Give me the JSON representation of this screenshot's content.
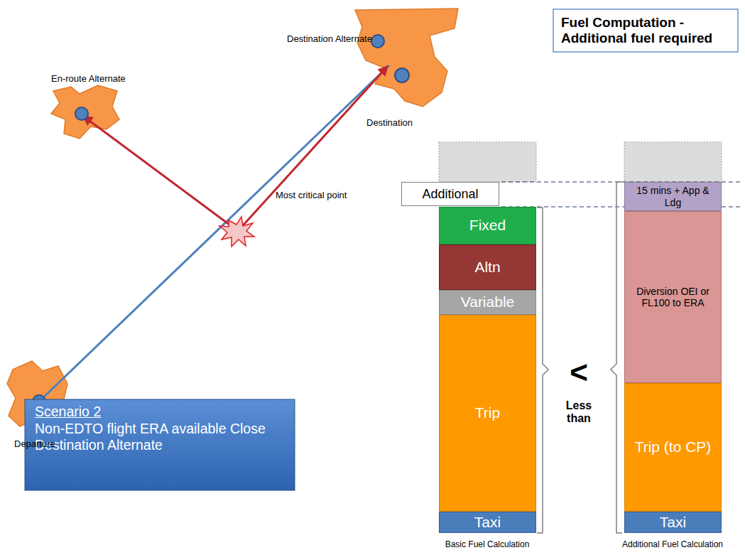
{
  "diagram": {
    "nodes": [
      {
        "text": [
          "Fuel Computation - Additional fuel required"
        ]
      },
      {
        "text": [
          "Scenario 2",
          "Non-EDTO flight ERA available Close Destination Alternate"
        ]
      },
      {
        "text": [
          "Additional"
        ]
      },
      {
        "text": [
          "Fixed"
        ]
      },
      {
        "text": [
          "Altn"
        ]
      },
      {
        "text": [
          "Variable"
        ]
      },
      {
        "text": [
          "Trip"
        ]
      },
      {
        "text": [
          "Taxi"
        ]
      },
      {
        "text": [
          "15 mins + App & Ldg"
        ]
      },
      {
        "text": [
          "Diversion OEI or FL100 to ERA"
        ]
      },
      {
        "text": [
          "Trip (to CP)"
        ]
      },
      {
        "text": [
          "Taxi"
        ]
      }
    ],
    "labels": [
      "Destination Alternate",
      "En-route Alternate",
      "Destination",
      "Most critical point",
      "Departure",
      "<",
      "Less than",
      "Basic Fuel Calculation",
      "Additional Fuel Calculation"
    ]
  }
}
